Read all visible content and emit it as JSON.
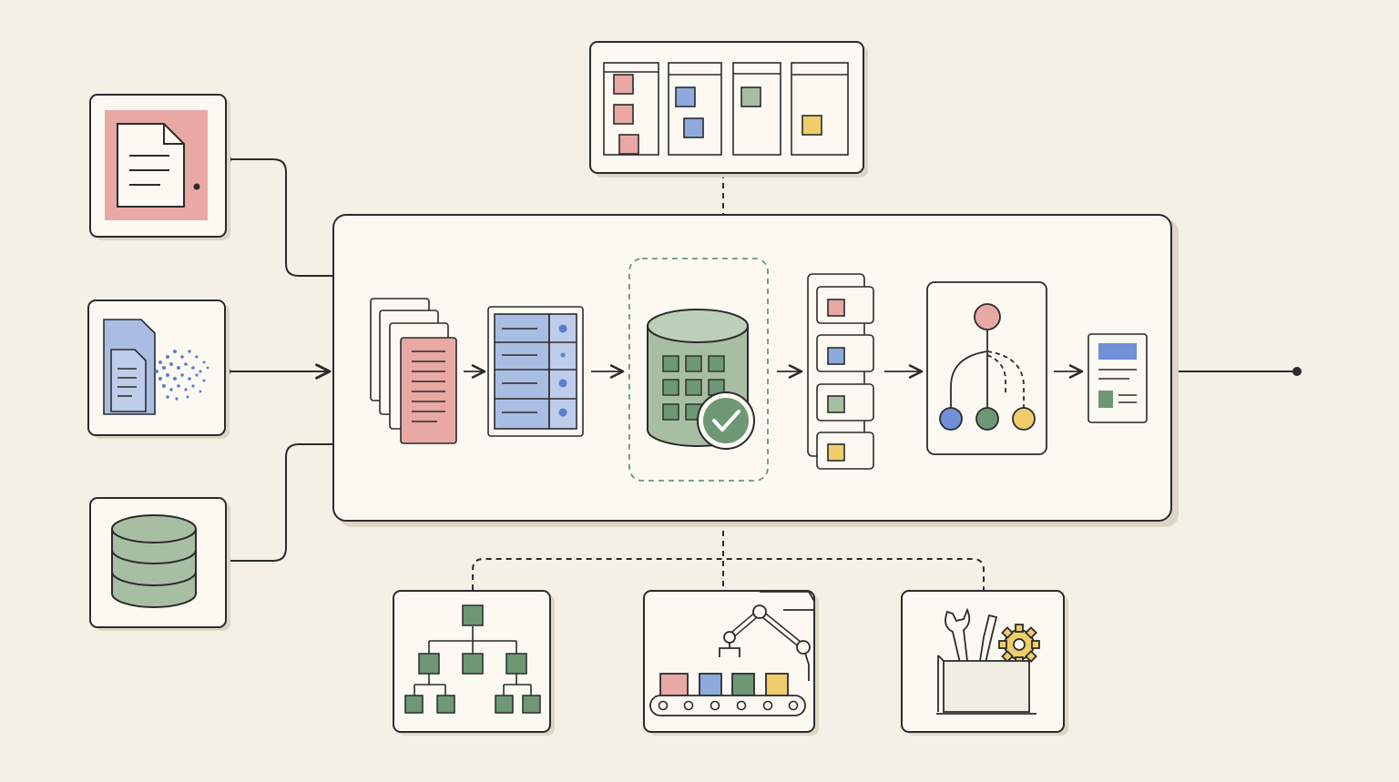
{
  "diagram": {
    "kind": "data-pipeline-illustration",
    "labels": [],
    "colors": {
      "background": "#f4f0e5",
      "panel": "#fbf9f2",
      "stroke": "#2b2b2b",
      "shadow": "#ddd6c6",
      "red": "#e8a8a4",
      "blue": "#a9bde3",
      "blue_strong": "#6f8fd6",
      "green": "#a8bea3",
      "green_strong": "#6e9774",
      "yellow": "#efcd6a",
      "dot_blue": "#5a7fcf"
    },
    "inputs": [
      {
        "name": "document-source",
        "icon": "document-icon"
      },
      {
        "name": "file-stream-source",
        "icon": "files-icon"
      },
      {
        "name": "database-source",
        "icon": "database-icon"
      }
    ],
    "pipeline_steps": [
      {
        "name": "documents",
        "icon": "stacked-documents-icon"
      },
      {
        "name": "indexed-records",
        "icon": "record-list-icon"
      },
      {
        "name": "validated-store",
        "icon": "validated-database-icon"
      },
      {
        "name": "categorized-items",
        "icon": "item-stack-icon"
      },
      {
        "name": "branching-logic",
        "icon": "branch-tree-icon"
      },
      {
        "name": "report-output",
        "icon": "report-icon"
      }
    ],
    "top_module": {
      "name": "kanban-board",
      "icon": "kanban-board-icon"
    },
    "bottom_modules": [
      {
        "name": "hierarchy",
        "icon": "hierarchy-icon"
      },
      {
        "name": "automation",
        "icon": "robot-arm-icon"
      },
      {
        "name": "tools",
        "icon": "toolbox-icon"
      }
    ]
  }
}
